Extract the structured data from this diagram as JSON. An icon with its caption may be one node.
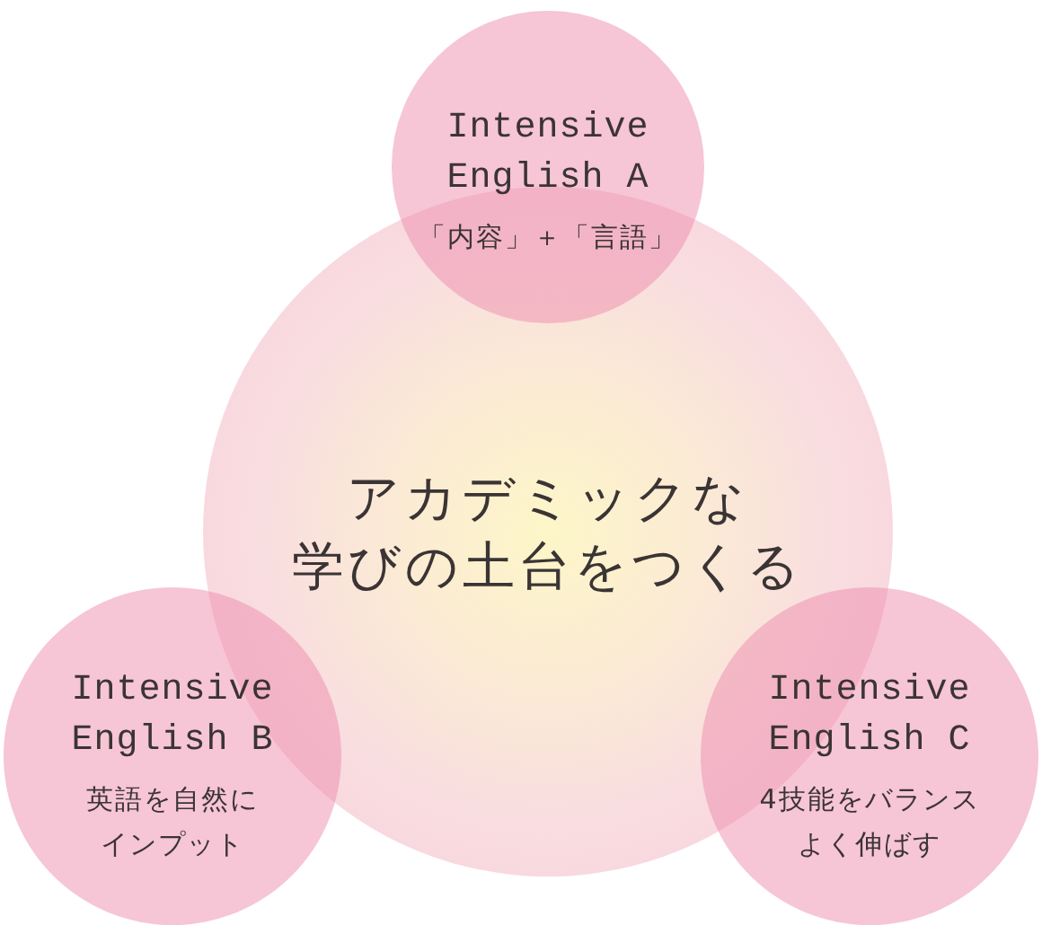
{
  "diagram": {
    "nodes": [
      {
        "text": [
          "Intensive English A",
          "「内容」＋「言語」"
        ]
      },
      {
        "text": [
          "アカデミックな学びの土台をつくる"
        ]
      },
      {
        "text": [
          "Intensive English B",
          "英語を自然にインプット"
        ]
      },
      {
        "text": [
          "Intensive English C",
          "4技能をバランスよく伸ばす"
        ]
      }
    ]
  }
}
